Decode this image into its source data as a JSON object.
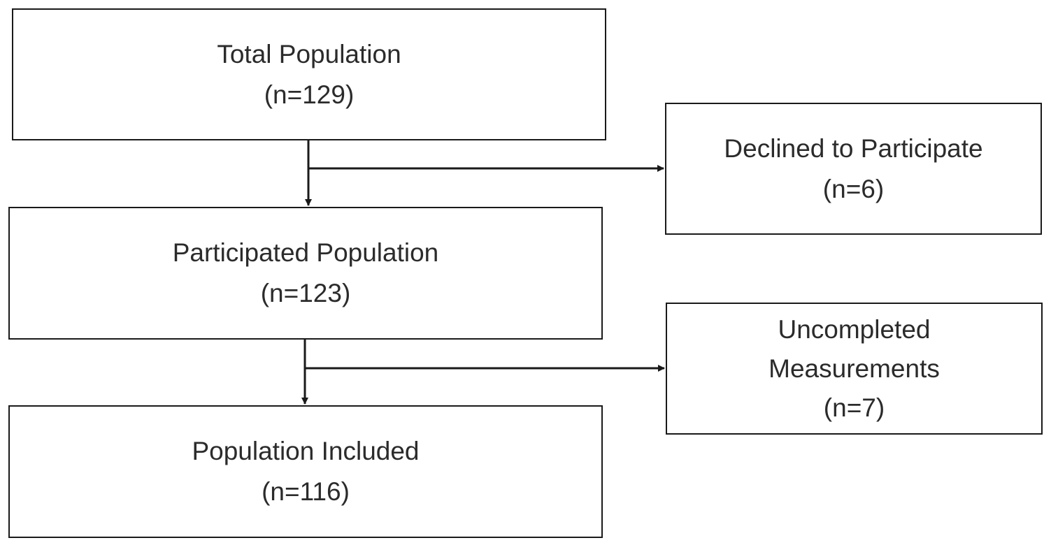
{
  "nodes": {
    "total": {
      "title": "Total Population",
      "count": "(n=129)"
    },
    "declined": {
      "title": "Declined to Participate",
      "count": "(n=6)"
    },
    "participated": {
      "title": "Participated Population",
      "count": "(n=123)"
    },
    "uncompleted": {
      "title_line1": "Uncompleted",
      "title_line2": "Measurements",
      "count": "(n=7)"
    },
    "included": {
      "title": "Population Included",
      "count": "(n=116)"
    }
  },
  "edges": [
    {
      "from": "total",
      "to": "participated"
    },
    {
      "from": "total",
      "to": "declined"
    },
    {
      "from": "participated",
      "to": "included"
    },
    {
      "from": "participated",
      "to": "uncompleted"
    }
  ]
}
